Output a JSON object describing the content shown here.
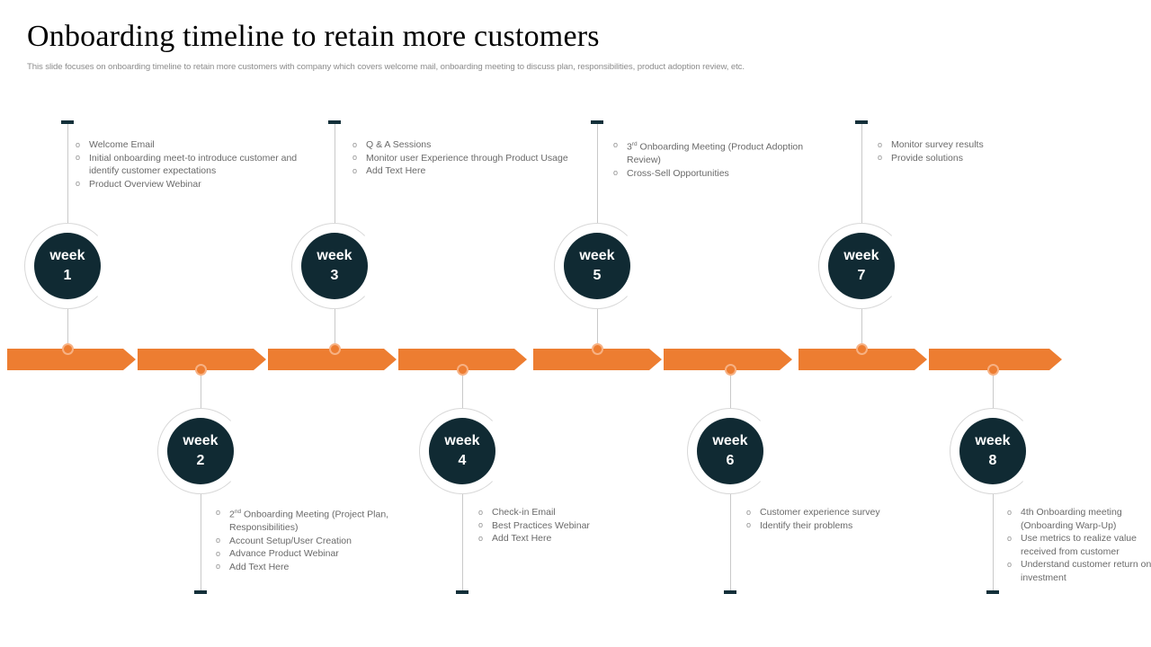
{
  "header": {
    "title": "Onboarding timeline to retain more customers",
    "subtitle": "This slide focuses on onboarding timeline to retain more customers with company which covers welcome mail, onboarding meeting to discuss plan, responsibilities, product adoption review, etc."
  },
  "colors": {
    "accent_orange": "#ed7d31",
    "dot_ring": "#f7b183",
    "circle_navy": "#102a33",
    "body_text": "#6a6a6a",
    "arc_gray": "#d8d8d8",
    "tick_dark": "#13303a"
  },
  "timeline": {
    "bar_segments": 8,
    "nodes": [
      {
        "id": "week-1",
        "week_label": "week",
        "week_number": "1",
        "side": "top",
        "items": [
          "Welcome Email",
          "Initial onboarding meet-to introduce customer and identify customer expectations",
          "Product Overview Webinar"
        ]
      },
      {
        "id": "week-2",
        "week_label": "week",
        "week_number": "2",
        "side": "bottom",
        "items": [
          "2<sup>nd</sup> Onboarding Meeting (Project Plan, Responsibilities)",
          "Account Setup/User Creation",
          "Advance Product Webinar",
          "Add Text Here"
        ]
      },
      {
        "id": "week-3",
        "week_label": "week",
        "week_number": "3",
        "side": "top",
        "items": [
          "Q &amp; A Sessions",
          "Monitor user Experience through Product Usage",
          "Add Text Here"
        ]
      },
      {
        "id": "week-4",
        "week_label": "week",
        "week_number": "4",
        "side": "bottom",
        "items": [
          "Check-in Email",
          "Best Practices Webinar",
          "Add Text Here"
        ]
      },
      {
        "id": "week-5",
        "week_label": "week",
        "week_number": "5",
        "side": "top",
        "items": [
          "3<sup>rd</sup> Onboarding Meeting (Product Adoption Review)",
          "Cross-Sell Opportunities"
        ]
      },
      {
        "id": "week-6",
        "week_label": "week",
        "week_number": "6",
        "side": "bottom",
        "items": [
          "Customer experience survey",
          "Identify their problems"
        ]
      },
      {
        "id": "week-7",
        "week_label": "week",
        "week_number": "7",
        "side": "top",
        "items": [
          "Monitor survey results",
          "Provide solutions"
        ]
      },
      {
        "id": "week-8",
        "week_label": "week",
        "week_number": "8",
        "side": "bottom",
        "items": [
          "4th Onboarding meeting (Onboarding Warp-Up)",
          "Use metrics to realize value received from customer",
          "Understand customer return on investment"
        ]
      }
    ]
  }
}
